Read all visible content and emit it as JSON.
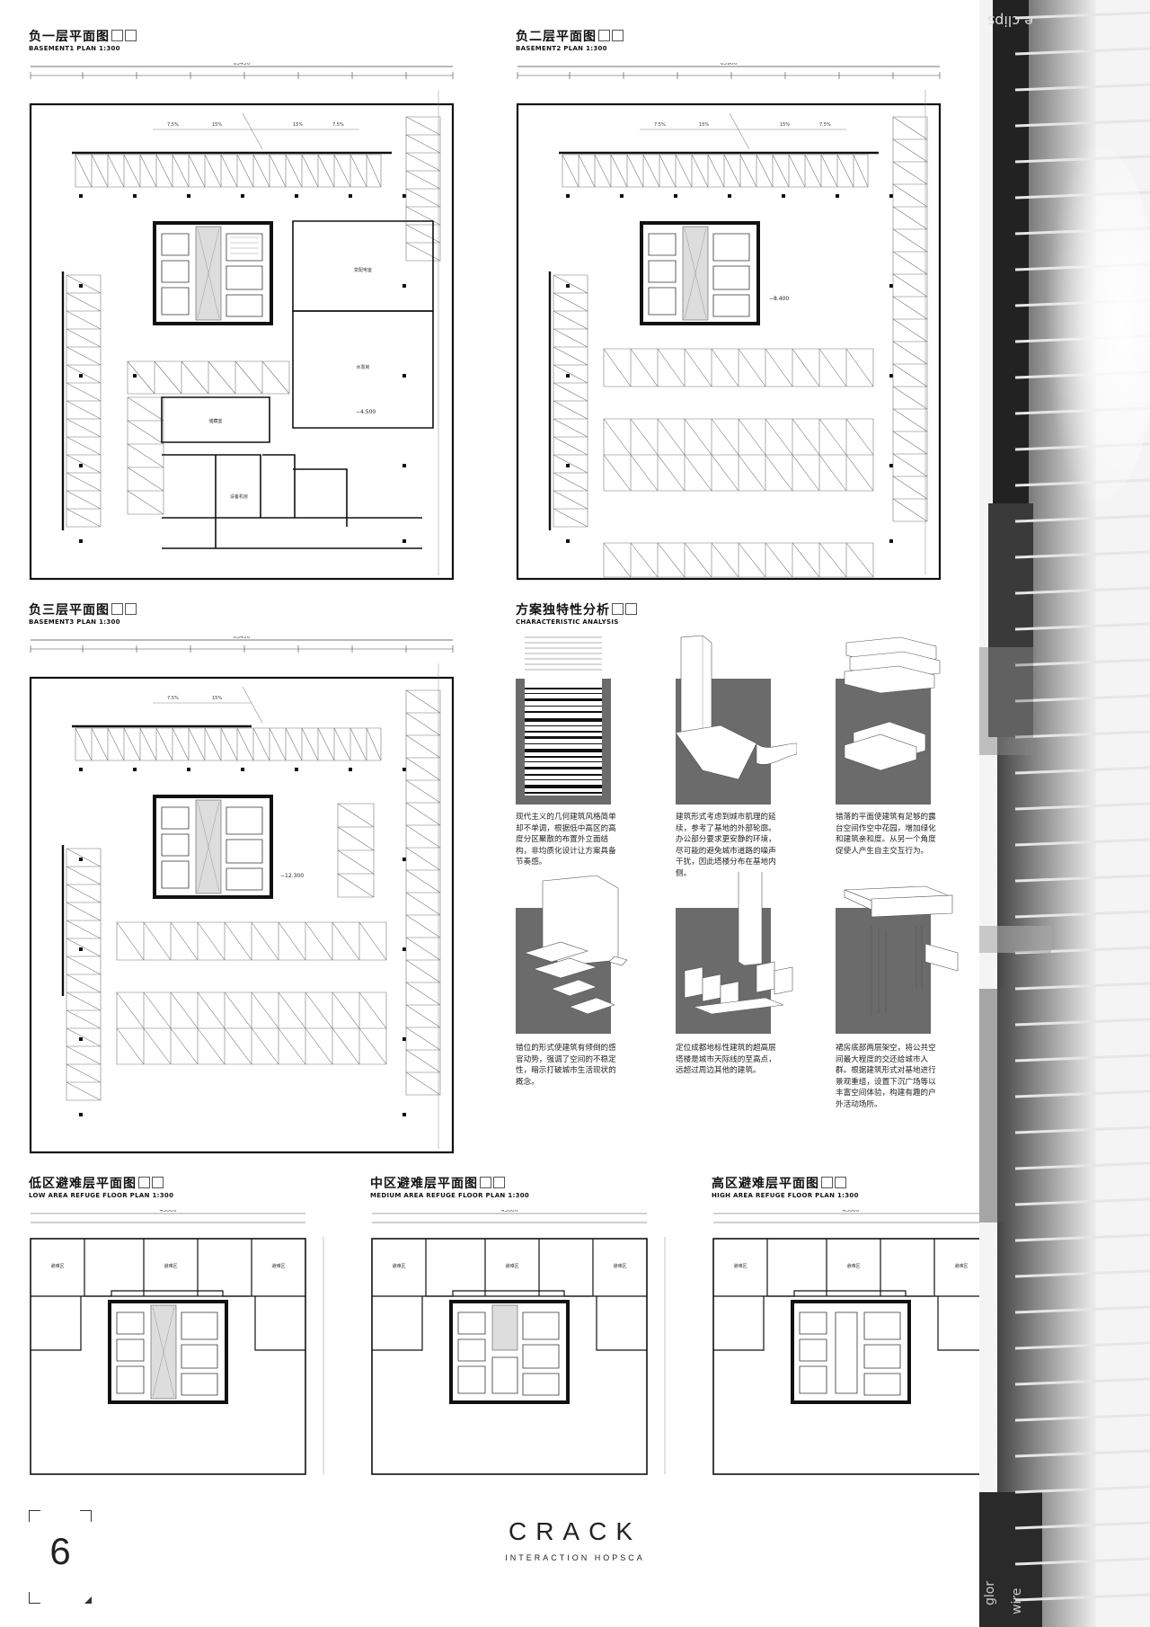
{
  "plans": {
    "b1": {
      "title": "负一层平面图",
      "subtitle": "BASEMENT1 PLAN 1:300",
      "total_dim": "63450",
      "level": "−4.500"
    },
    "b2": {
      "title": "负二层平面图",
      "subtitle": "BASEMENT2 PLAN 1:300",
      "total_dim": "63900",
      "level": "−8.400"
    },
    "b3": {
      "title": "负三层平面图",
      "subtitle": "BASEMENT3 PLAN 1:300",
      "total_dim": "63450",
      "level": "−12.300"
    },
    "low": {
      "title": "低区避难层平面图",
      "subtitle": "LOW AREA REFUGE FLOOR PLAN 1:300",
      "total_dim": "43000"
    },
    "mid": {
      "title": "中区避难层平面图",
      "subtitle": "MEDIUM AREA REFUGE FLOOR PLAN 1:300",
      "total_dim": "43000"
    },
    "high": {
      "title": "高区避难层平面图",
      "subtitle": "HIGH AREA REFUGE FLOOR PLAN 1:300",
      "total_dim": "43000"
    }
  },
  "analysis": {
    "title": "方案独特性分析",
    "subtitle": "CHARACTERISTIC ANALYSIS",
    "items": [
      {
        "text": "现代主义的几何建筑风格简单却不单调，根据低中高区的高度分区聚散的布置外立面结构，非均质化设计让方案具备节奏感。"
      },
      {
        "text": "建筑形式考虑到城市肌理的延续，参考了基地的外部轮廓。办公部分要求更安静的环境，尽可能的避免城市道路的噪声干扰，因此塔楼分布在基地内侧。"
      },
      {
        "text": "错落的平面使建筑有足够的露台空间作空中花园，增加绿化和建筑亲和度。从另一个角度促使人产生自主交互行为。"
      },
      {
        "text": "错位的形式使建筑有倾倒的感官动势，强调了空间的不稳定性，暗示打破城市生活现状的概念。"
      },
      {
        "text": "定位成都地标性建筑的超高层塔楼是城市天际线的至高点，远超过周边其他的建筑。"
      },
      {
        "text": "裙房底部两层架空，将公共空间最大程度的交还给城市人群。根据建筑形式对基地进行景观重组，设置下沉广场等以丰富空间体验，构建有趣的户外活动场所。"
      }
    ]
  },
  "labels": {
    "ramp_15": "15%",
    "ramp_75": "7.5%",
    "room_a": "变配电室",
    "room_b": "水泵房",
    "room_c": "储藏室",
    "room_d": "设备机房",
    "room_refuge": "避难区"
  },
  "footer": {
    "page_number": "6",
    "brand": "CRACK",
    "tagline": "INTERACTION HOPSCA"
  },
  "photo_text": {
    "t1": "e clips",
    "t2": "glor",
    "t3": "wire"
  },
  "colors": {
    "line": "#111111",
    "dark": "#555555",
    "panel": "#6b6b6b"
  }
}
